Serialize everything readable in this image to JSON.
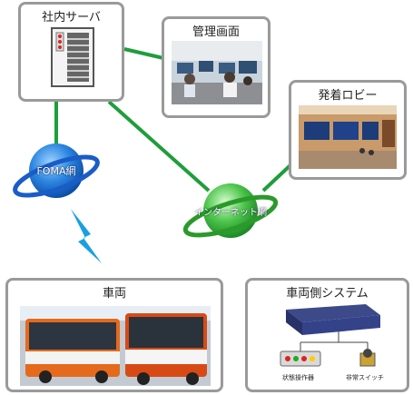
{
  "nodes": {
    "server": {
      "label": "社内サーバ"
    },
    "admin_screen": {
      "label": "管理画面"
    },
    "lobby": {
      "label": "発着ロビー"
    },
    "foma": {
      "label": "FOMA網"
    },
    "internet": {
      "label": "インターネット網"
    },
    "vehicle": {
      "label": "車両"
    },
    "vehicle_system": {
      "label": "車両側システム",
      "status_panel_label": "状態操作器",
      "emergency_switch_label": "非常スイッチ"
    }
  },
  "colors": {
    "link_green": "#1e9e3c",
    "frame_gray": "#9a9a9a",
    "lightning_blue": "#1aa0e0",
    "globe_blue": "#1a6fd0",
    "foma_ring": "#1a5cc8",
    "internet_ring": "#2a9a2a"
  },
  "icons": {
    "server": "server-rack-icon",
    "foma": "globe-icon",
    "internet": "globe-icon",
    "wireless": "lightning-bolt-icon",
    "device": "network-device-icon"
  }
}
